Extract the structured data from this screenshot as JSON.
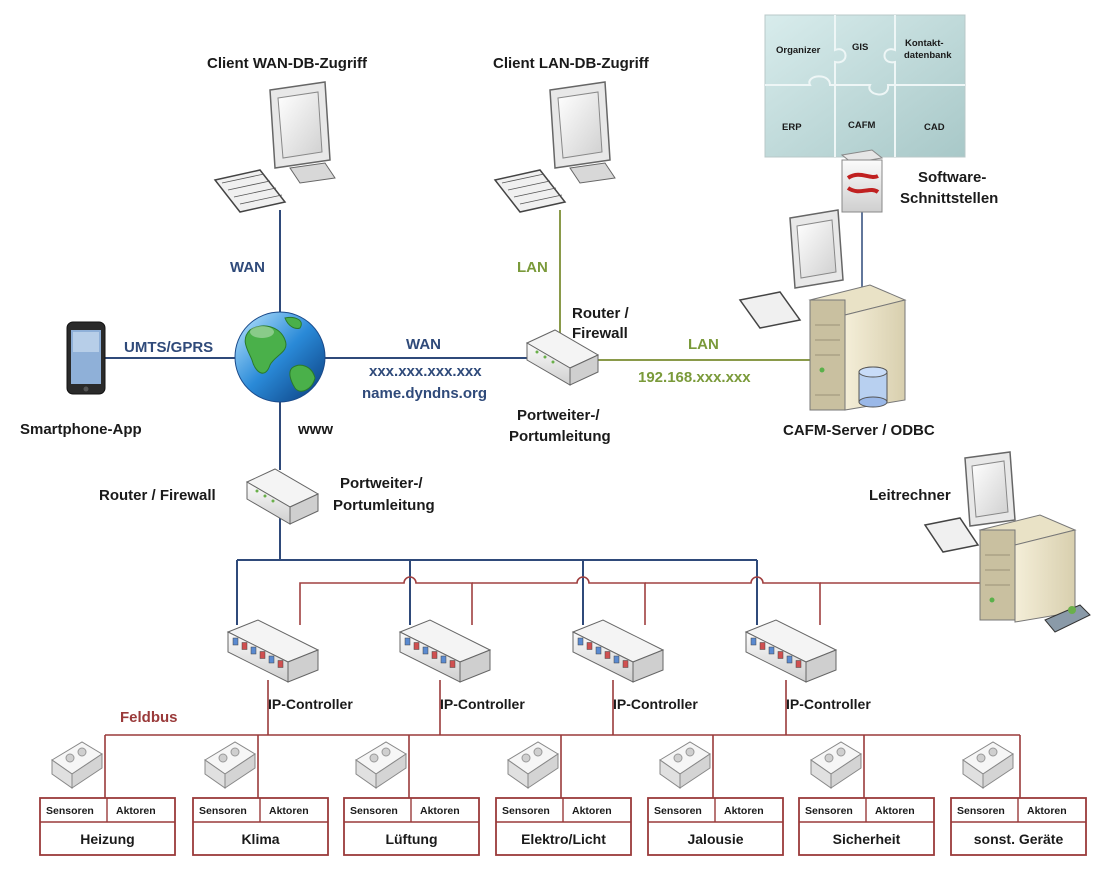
{
  "labels": {
    "client_wan": "Client WAN-DB-Zugriff",
    "client_lan": "Client LAN-DB-Zugriff",
    "wan_vertical": "WAN",
    "lan_vertical": "LAN",
    "umts": "UMTS/GPRS",
    "wan_horizontal": "WAN",
    "ip_address": "xxx.xxx.xxx.xxx",
    "dyndns": "name.dyndns.org",
    "router_firewall_top_1": "Router /",
    "router_firewall_top_2": "Firewall",
    "lan_horizontal": "LAN",
    "lan_ip": "192.168.xxx.xxx",
    "port_forward_top_1": "Portweiter-/",
    "port_forward_top_2": "Portumleitung",
    "smartphone_app": "Smartphone-App",
    "www": "www",
    "router_firewall_bottom": "Router / Firewall",
    "port_forward_bottom_1": "Portweiter-/",
    "port_forward_bottom_2": "Portumleitung",
    "cafm_server": "CAFM-Server / ODBC",
    "software_1": "Software-",
    "software_2": "Schnittstellen",
    "leitrechner": "Leitrechner",
    "feldbus": "Feldbus"
  },
  "puzzle": [
    "Organizer",
    "GIS",
    "Kontakt-",
    "datenbank",
    "ERP",
    "CAFM",
    "CAD"
  ],
  "ip_controllers": [
    "IP-Controller",
    "IP-Controller",
    "IP-Controller",
    "IP-Controller"
  ],
  "devices": [
    {
      "sensor": "Sensoren",
      "actor": "Aktoren",
      "name": "Heizung"
    },
    {
      "sensor": "Sensoren",
      "actor": "Aktoren",
      "name": "Klima"
    },
    {
      "sensor": "Sensoren",
      "actor": "Aktoren",
      "name": "Lüftung"
    },
    {
      "sensor": "Sensoren",
      "actor": "Aktoren",
      "name": "Elektro/Licht"
    },
    {
      "sensor": "Sensoren",
      "actor": "Aktoren",
      "name": "Jalousie"
    },
    {
      "sensor": "Sensoren",
      "actor": "Aktoren",
      "name": "Sicherheit"
    },
    {
      "sensor": "Sensoren",
      "actor": "Aktoren",
      "name": "sonst. Geräte"
    }
  ],
  "colors": {
    "wan_line": "#2f4a7a",
    "lan_line": "#8a9a4a",
    "feldbus_line": "#9a3a3a",
    "controller_red": "#a04040"
  }
}
